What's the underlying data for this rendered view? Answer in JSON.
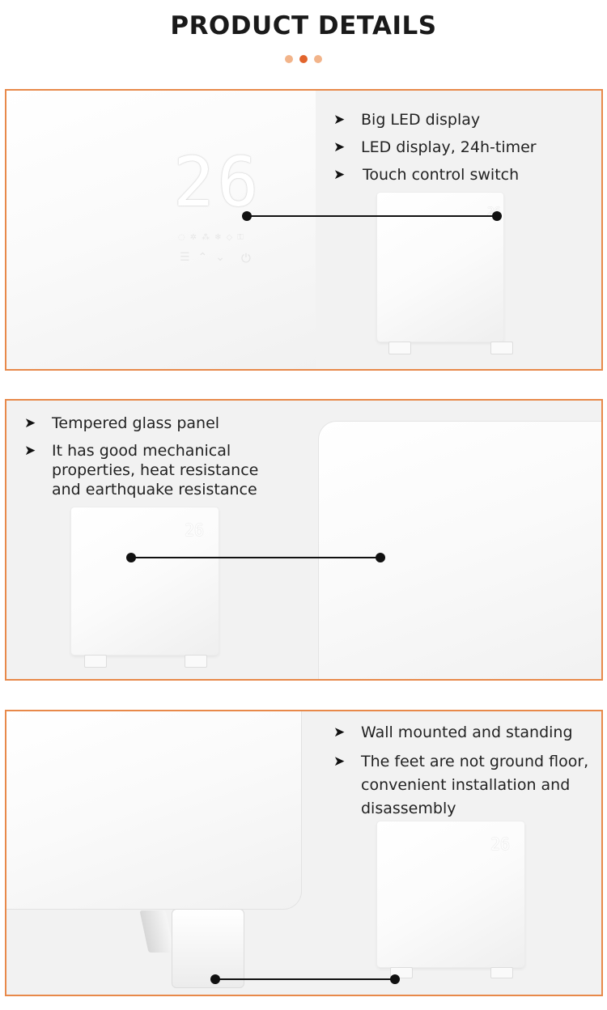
{
  "header": {
    "title": "PRODUCT DETAILS"
  },
  "colors": {
    "accent": "#e8894a",
    "dot_light": "#f2b48a",
    "dot_dark": "#e2642c"
  },
  "sections": [
    {
      "bullets": [
        "Big LED display",
        "LED display, 24h-timer",
        "Touch control switch"
      ],
      "display_reading": "26"
    },
    {
      "bullets": [
        "Tempered glass panel",
        "It has good mechanical properties, heat resistance and earthquake resistance"
      ],
      "display_reading": "26"
    },
    {
      "bullets": [
        "Wall mounted and standing",
        "The feet are not ground floor, convenient installation and disassembly"
      ],
      "display_reading": "26"
    }
  ],
  "icons": {
    "bullet": "arrowhead-right-icon",
    "power": "power-icon"
  }
}
